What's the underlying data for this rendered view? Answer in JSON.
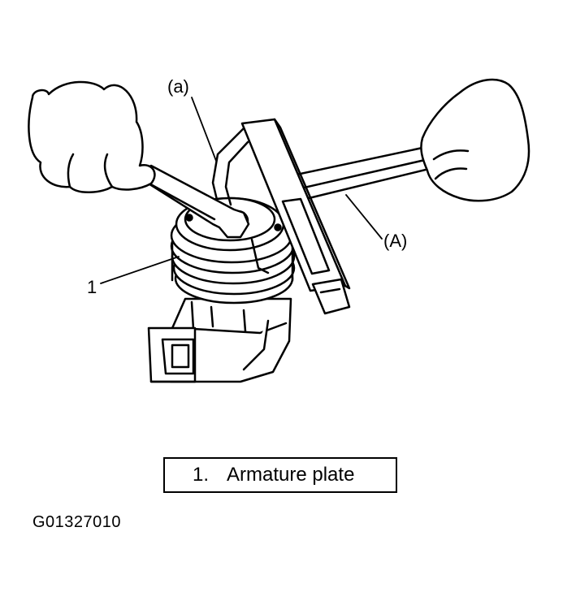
{
  "callouts": {
    "tool_a_small": "(a)",
    "tool_A_large": "(A)",
    "part_1": "1"
  },
  "legend": {
    "number": "1.",
    "text": "Armature plate"
  },
  "figure_id": "G01327010",
  "colors": {
    "ink": "#000000",
    "paper": "#ffffff"
  }
}
